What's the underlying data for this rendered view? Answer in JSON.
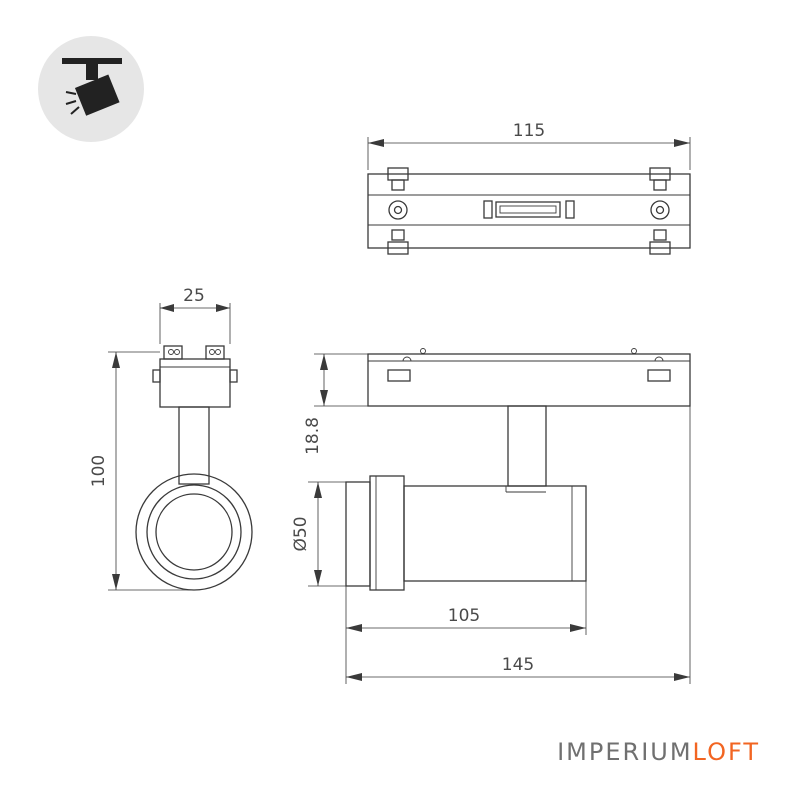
{
  "dimensions": {
    "top_width": "115",
    "width": "25",
    "height": "100",
    "offset": "18.8",
    "diameter": "Ø50",
    "body_length": "105",
    "total_length": "145"
  },
  "brand": {
    "part1": "IMPERIUM",
    "part2": "LOFT",
    "color_primary": "#707070",
    "color_accent": "#f26522"
  },
  "icon": {
    "name": "track-spotlight-icon"
  }
}
